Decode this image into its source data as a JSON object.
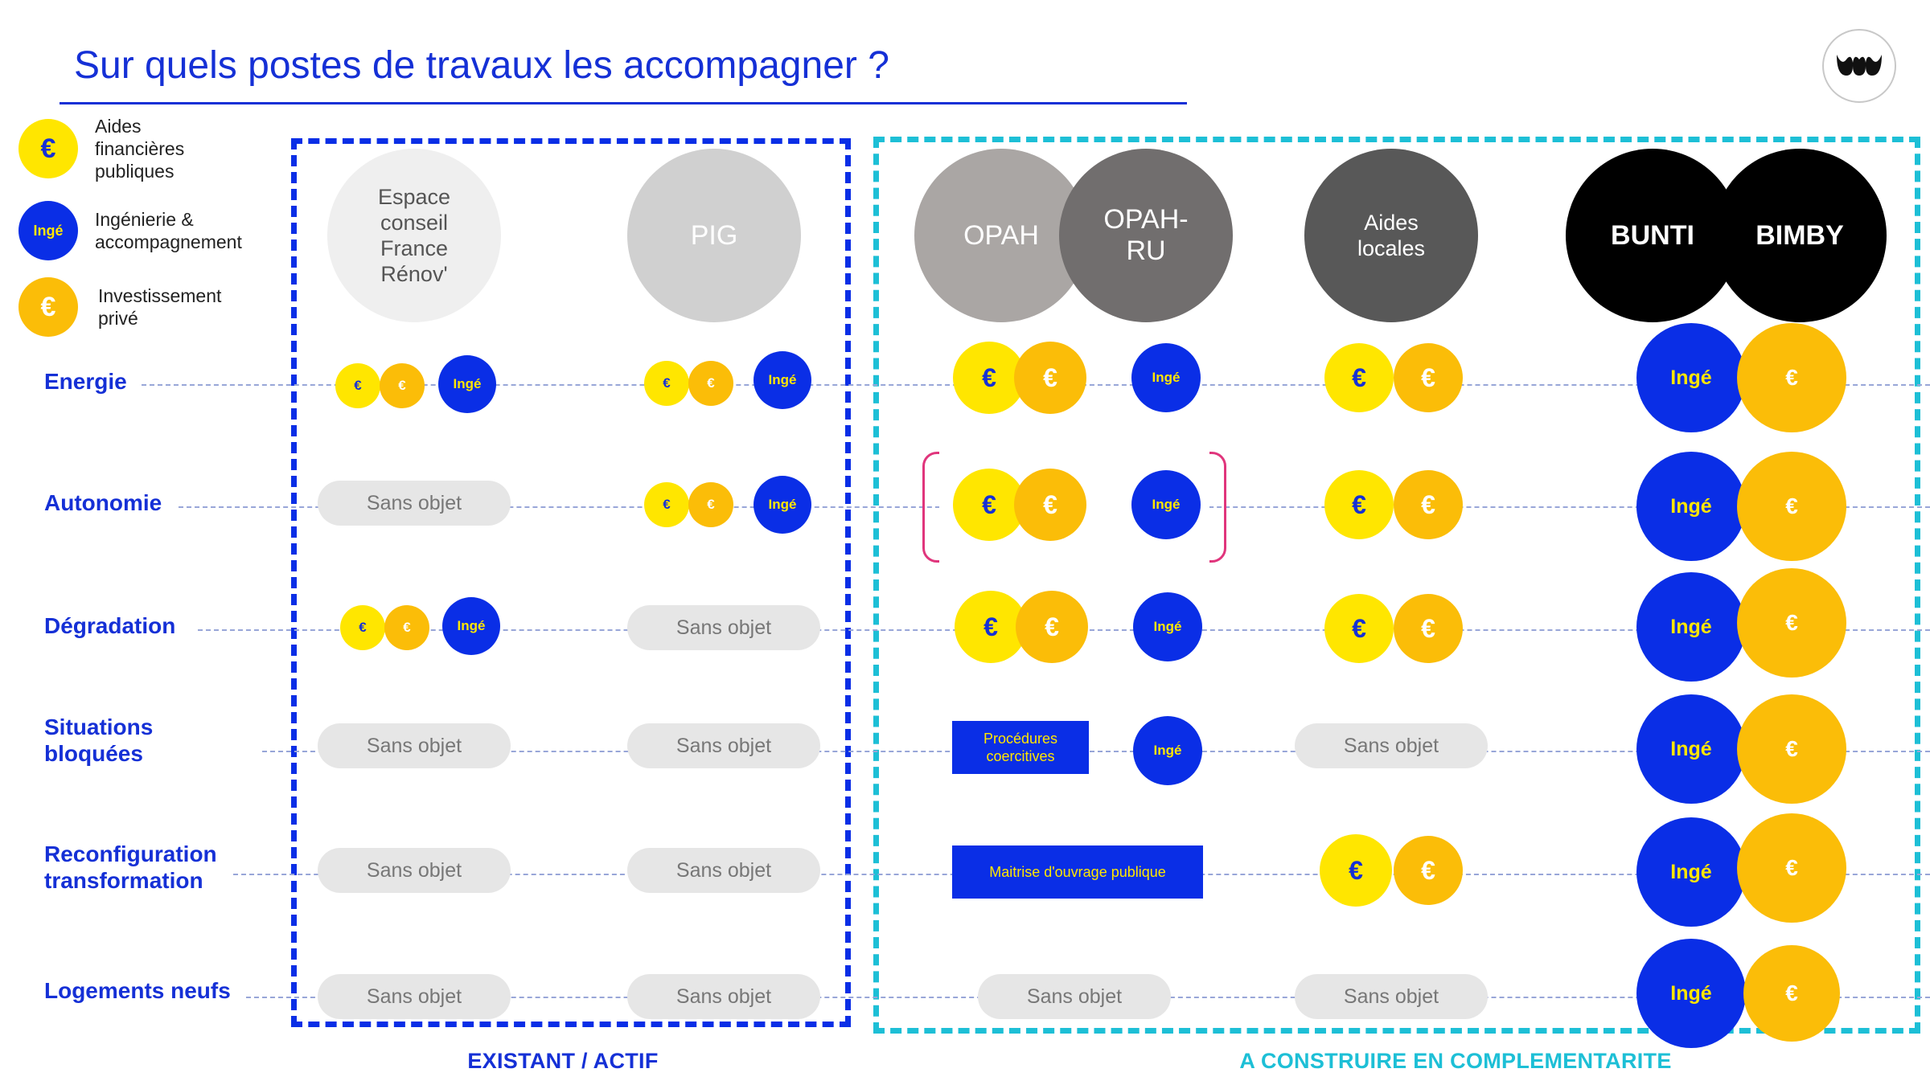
{
  "title": "Sur quels postes de travaux les accompagner ?",
  "legend": [
    {
      "type": "pub",
      "symbol": "€",
      "label": "Aides\nfinancières\npubliques"
    },
    {
      "type": "inge",
      "symbol": "Ingé",
      "label": "Ingénierie &\naccompagnement"
    },
    {
      "type": "priv",
      "symbol": "€",
      "label": "Investissement\nprivé"
    }
  ],
  "rows": [
    "Energie",
    "Autonomie",
    "Dégradation",
    "Situations\nbloquées",
    "Reconfiguration\ntransformation",
    "Logements neufs"
  ],
  "columns": [
    {
      "label": "Espace\nconseil\nFrance\nRénov'",
      "style": "light"
    },
    {
      "label": "PIG",
      "style": "silver"
    },
    {
      "label": "OPAH",
      "style": "grey"
    },
    {
      "label": "OPAH-\nRU",
      "style": "darkgrey"
    },
    {
      "label": "Aides\nlocales",
      "style": "charcoal"
    },
    {
      "label": "BUNTI",
      "style": "black"
    },
    {
      "label": "BIMBY",
      "style": "black"
    }
  ],
  "cells": {
    "na_label": "Sans objet",
    "coin_euro": "€",
    "coin_inge": "Ingé",
    "procedures": "Procédures\ncoercitives",
    "maitrise": "Maitrise d'ouvrage publique"
  },
  "footer": {
    "existant": "EXISTANT / ACTIF",
    "construire": "A CONSTRUIRE EN COMPLEMENTARITE"
  },
  "colors": {
    "blue": "#1530d6",
    "royal": "#0a2ee6",
    "yellow": "#ffe600",
    "gold": "#fbbd08",
    "cyan": "#1dbfd6",
    "pink": "#e0357c"
  }
}
